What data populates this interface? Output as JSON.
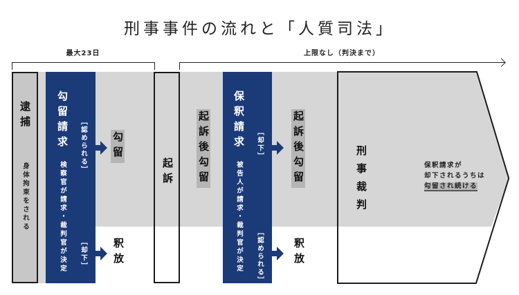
{
  "title": "刑事事件の流れと「人質司法」",
  "timeline": {
    "pre_indictment_label": "最大23日",
    "post_indictment_label": "上限なし（判決まで）"
  },
  "stages": {
    "arrest": {
      "label": "逮捕",
      "sub": "身体拘束をされる"
    },
    "detention_request": {
      "label": "勾留請求",
      "sub": "検察官が請求・裁判官が決定",
      "approved": "［認められる］",
      "rejected": "［却下］"
    },
    "detention_result": {
      "label": "勾留"
    },
    "release_1": {
      "label": "釈放"
    },
    "indictment": {
      "label": "起訴"
    },
    "post_indictment_detention": {
      "label": "起訴後勾留"
    },
    "bail_request": {
      "label": "保釈請求",
      "sub": "被告人が請求・裁判官が決定",
      "rejected": "［却下］",
      "approved": "［認められる］"
    },
    "post_indictment_detention_result": {
      "label": "起訴後勾留"
    },
    "release_2": {
      "label": "釈放"
    },
    "trial": {
      "label": "刑事裁判",
      "note_line1": "保釈請求が",
      "note_line2": "却下されるうちは",
      "note_line3": "勾留され続ける"
    }
  },
  "colors": {
    "band_gray": "#d6d6d6",
    "box_gray": "#c7c7c7",
    "highlight_gray": "#b5b5b5",
    "navy": "#1b3a78",
    "line": "#1a1a1a"
  }
}
